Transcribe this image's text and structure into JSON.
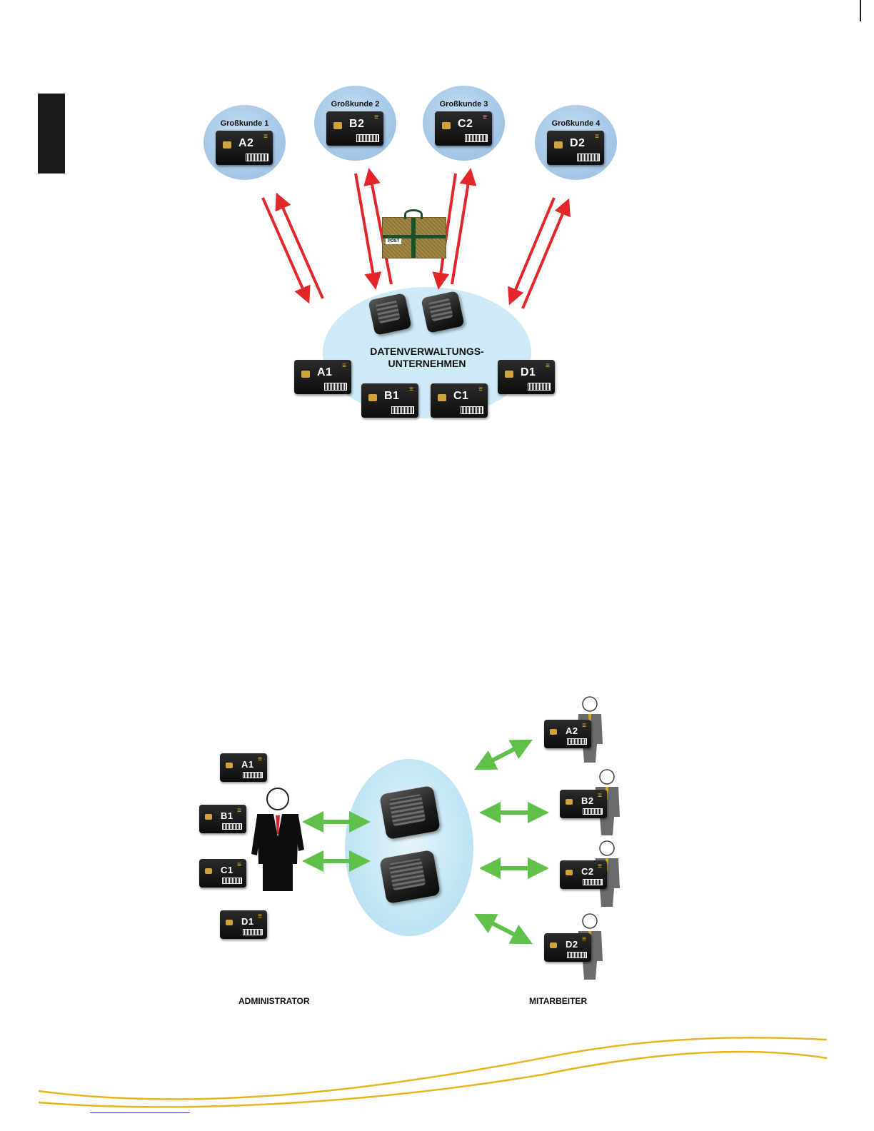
{
  "top_diagram": {
    "customers": [
      {
        "title": "Großkunde 1",
        "card": "A2"
      },
      {
        "title": "Großkunde 2",
        "card": "B2"
      },
      {
        "title": "Großkunde 3",
        "card": "C2"
      },
      {
        "title": "Großkunde 4",
        "card": "D2"
      }
    ],
    "company_label_line1": "DATENVERWALTUNGS-",
    "company_label_line2": "UNTERNEHMEN",
    "company_cards": [
      "A1",
      "B1",
      "C1",
      "D1"
    ],
    "package_label": "POST",
    "arrow_color": "#e3262a"
  },
  "bottom_diagram": {
    "admin_cards": [
      "A1",
      "B1",
      "C1",
      "D1"
    ],
    "employee_cards": [
      "A2",
      "B2",
      "C2",
      "D2"
    ],
    "administrator_label": "ADMINISTRATOR",
    "employee_label": "MITARBEITER",
    "arrow_color": "#5fc04a"
  },
  "colors": {
    "accent_wave": "#e9b31f",
    "tab": "#1a1a1a"
  }
}
